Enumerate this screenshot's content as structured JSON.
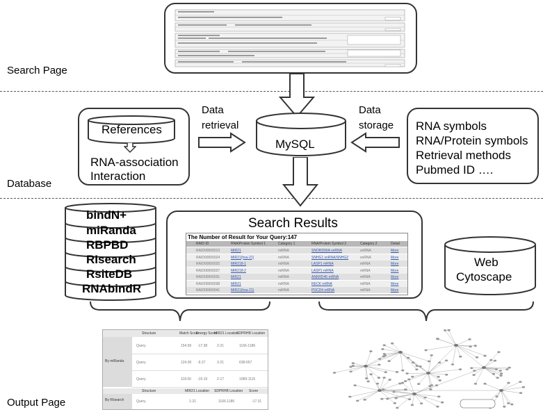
{
  "sections": {
    "search_page": "Search Page",
    "database": "Database",
    "output_page": "Output Page"
  },
  "database": {
    "references": "References",
    "rna_association": "RNA-association",
    "interaction": "Interaction",
    "data_retrieval_1": "Data",
    "data_retrieval_2": "retrieval",
    "mysql": "MySQL",
    "data_storage_1": "Data",
    "data_storage_2": "storage",
    "storage_items": [
      "RNA symbols",
      "RNA/Protein symbols",
      "Retrieval methods",
      "Pubmed ID …."
    ]
  },
  "tools": [
    "bindN+",
    "miRanda",
    "RBPBD",
    "RIsearch",
    "RsiteDB",
    "RNAbindR"
  ],
  "search_results": {
    "title": "Search Results",
    "table_title": "The Number of Result for Your Query:147",
    "headers": [
      "RAID ID",
      "RNA/Protein Symbol 1",
      "Category 1",
      "RNA/Protein Symbol 2",
      "Category 2",
      "Detail"
    ],
    "rows": [
      [
        "RAID00000013",
        "MIR21",
        "miRNA",
        "SNORD96A snRNA",
        "snRNA",
        "More"
      ],
      [
        "RAID00000024",
        "MIR21(hsa-21)",
        "miRNA",
        "SNHG1 snRNA/SNHG2",
        "snRNA",
        "More"
      ],
      [
        "RAID00000025",
        "MIR218-1",
        "miRNA",
        "LASP1 mRNA",
        "mRNA",
        "More"
      ],
      [
        "RAID00000027",
        "MIR218-2",
        "miRNA",
        "LASP1 mRNA",
        "mRNA",
        "More"
      ],
      [
        "RAID00000031",
        "MIR21",
        "miRNA",
        "ANKRD46 mRNA",
        "mRNA",
        "More"
      ],
      [
        "RAID00000038",
        "MIR21",
        "miRNA",
        "RECK mRNA",
        "mRNA",
        "More"
      ],
      [
        "RAID00000041",
        "MIR21(hsa-21)",
        "miRNA",
        "PDCD4 mRNA",
        "mRNA",
        "More"
      ]
    ]
  },
  "web_cytoscape": {
    "line1": "Web",
    "line2": "Cytoscape"
  },
  "output_table": {
    "headers_top": [
      "Structure",
      "Match Score",
      "Energy Score",
      "MIR21 Location",
      "SDPRHB Location"
    ],
    "rows_top": [
      [
        "Query",
        "154.50",
        "-17.38",
        "2-21",
        "1166-1186"
      ],
      [
        "Query",
        "124.00",
        "-9.27",
        "3-21",
        "638-657"
      ],
      [
        "Query",
        "118.00",
        "-15.19",
        "2-17",
        "1089-1115"
      ]
    ],
    "group_top": "By miRanda",
    "headers_bottom": [
      "Structure",
      "MIR21 Location",
      "SDPRHB Location",
      "Score"
    ],
    "rows_bottom": [
      [
        "Query",
        "1-21",
        "1166-1186",
        "-17.31"
      ]
    ],
    "group_bottom": "By RIsearch"
  },
  "colors": {
    "line": "#333333",
    "table_header_bg": "#b8b8b8",
    "table_row_bg": "#e4e4e4",
    "table_title_bg": "#ffffff",
    "link": "#3355aa",
    "network_node": "#9a9a9a"
  }
}
